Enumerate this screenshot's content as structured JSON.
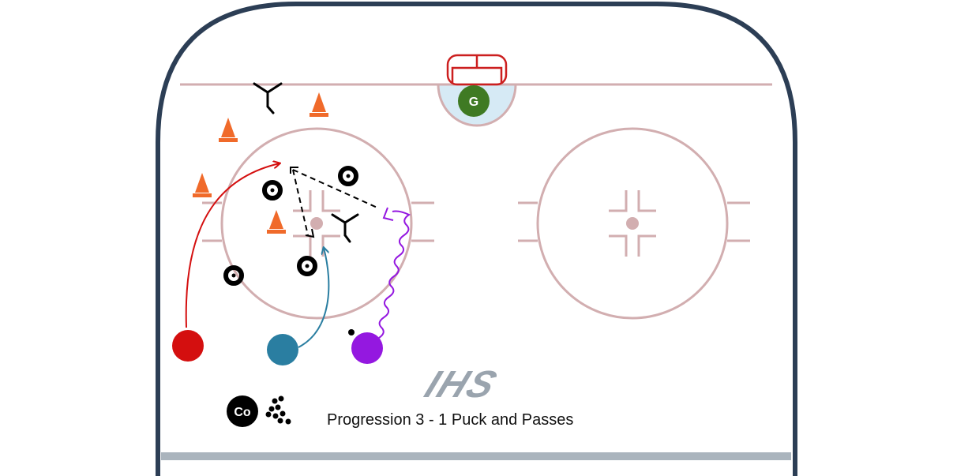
{
  "caption": "Progression 3 - 1 Puck and Passes",
  "logo_text": "IHS",
  "goalie_label": "G",
  "coach_label": "Co",
  "colors": {
    "boards": "#2c3e55",
    "lines": "#d2aeb0",
    "crease": "#d6eaf5",
    "goal": "#cc1f1f",
    "goalie": "#3f7a23",
    "cone": "#f06a2a",
    "player_red": "#d40f0f",
    "player_blue": "#2a7ea1",
    "player_purple": "#9418e0",
    "floor_bar": "#aab4bd",
    "logo": "#9aa4ae"
  },
  "icons": [
    "cone-icon",
    "tire-icon",
    "puck-icon",
    "stick-icon",
    "goal-icon"
  ]
}
